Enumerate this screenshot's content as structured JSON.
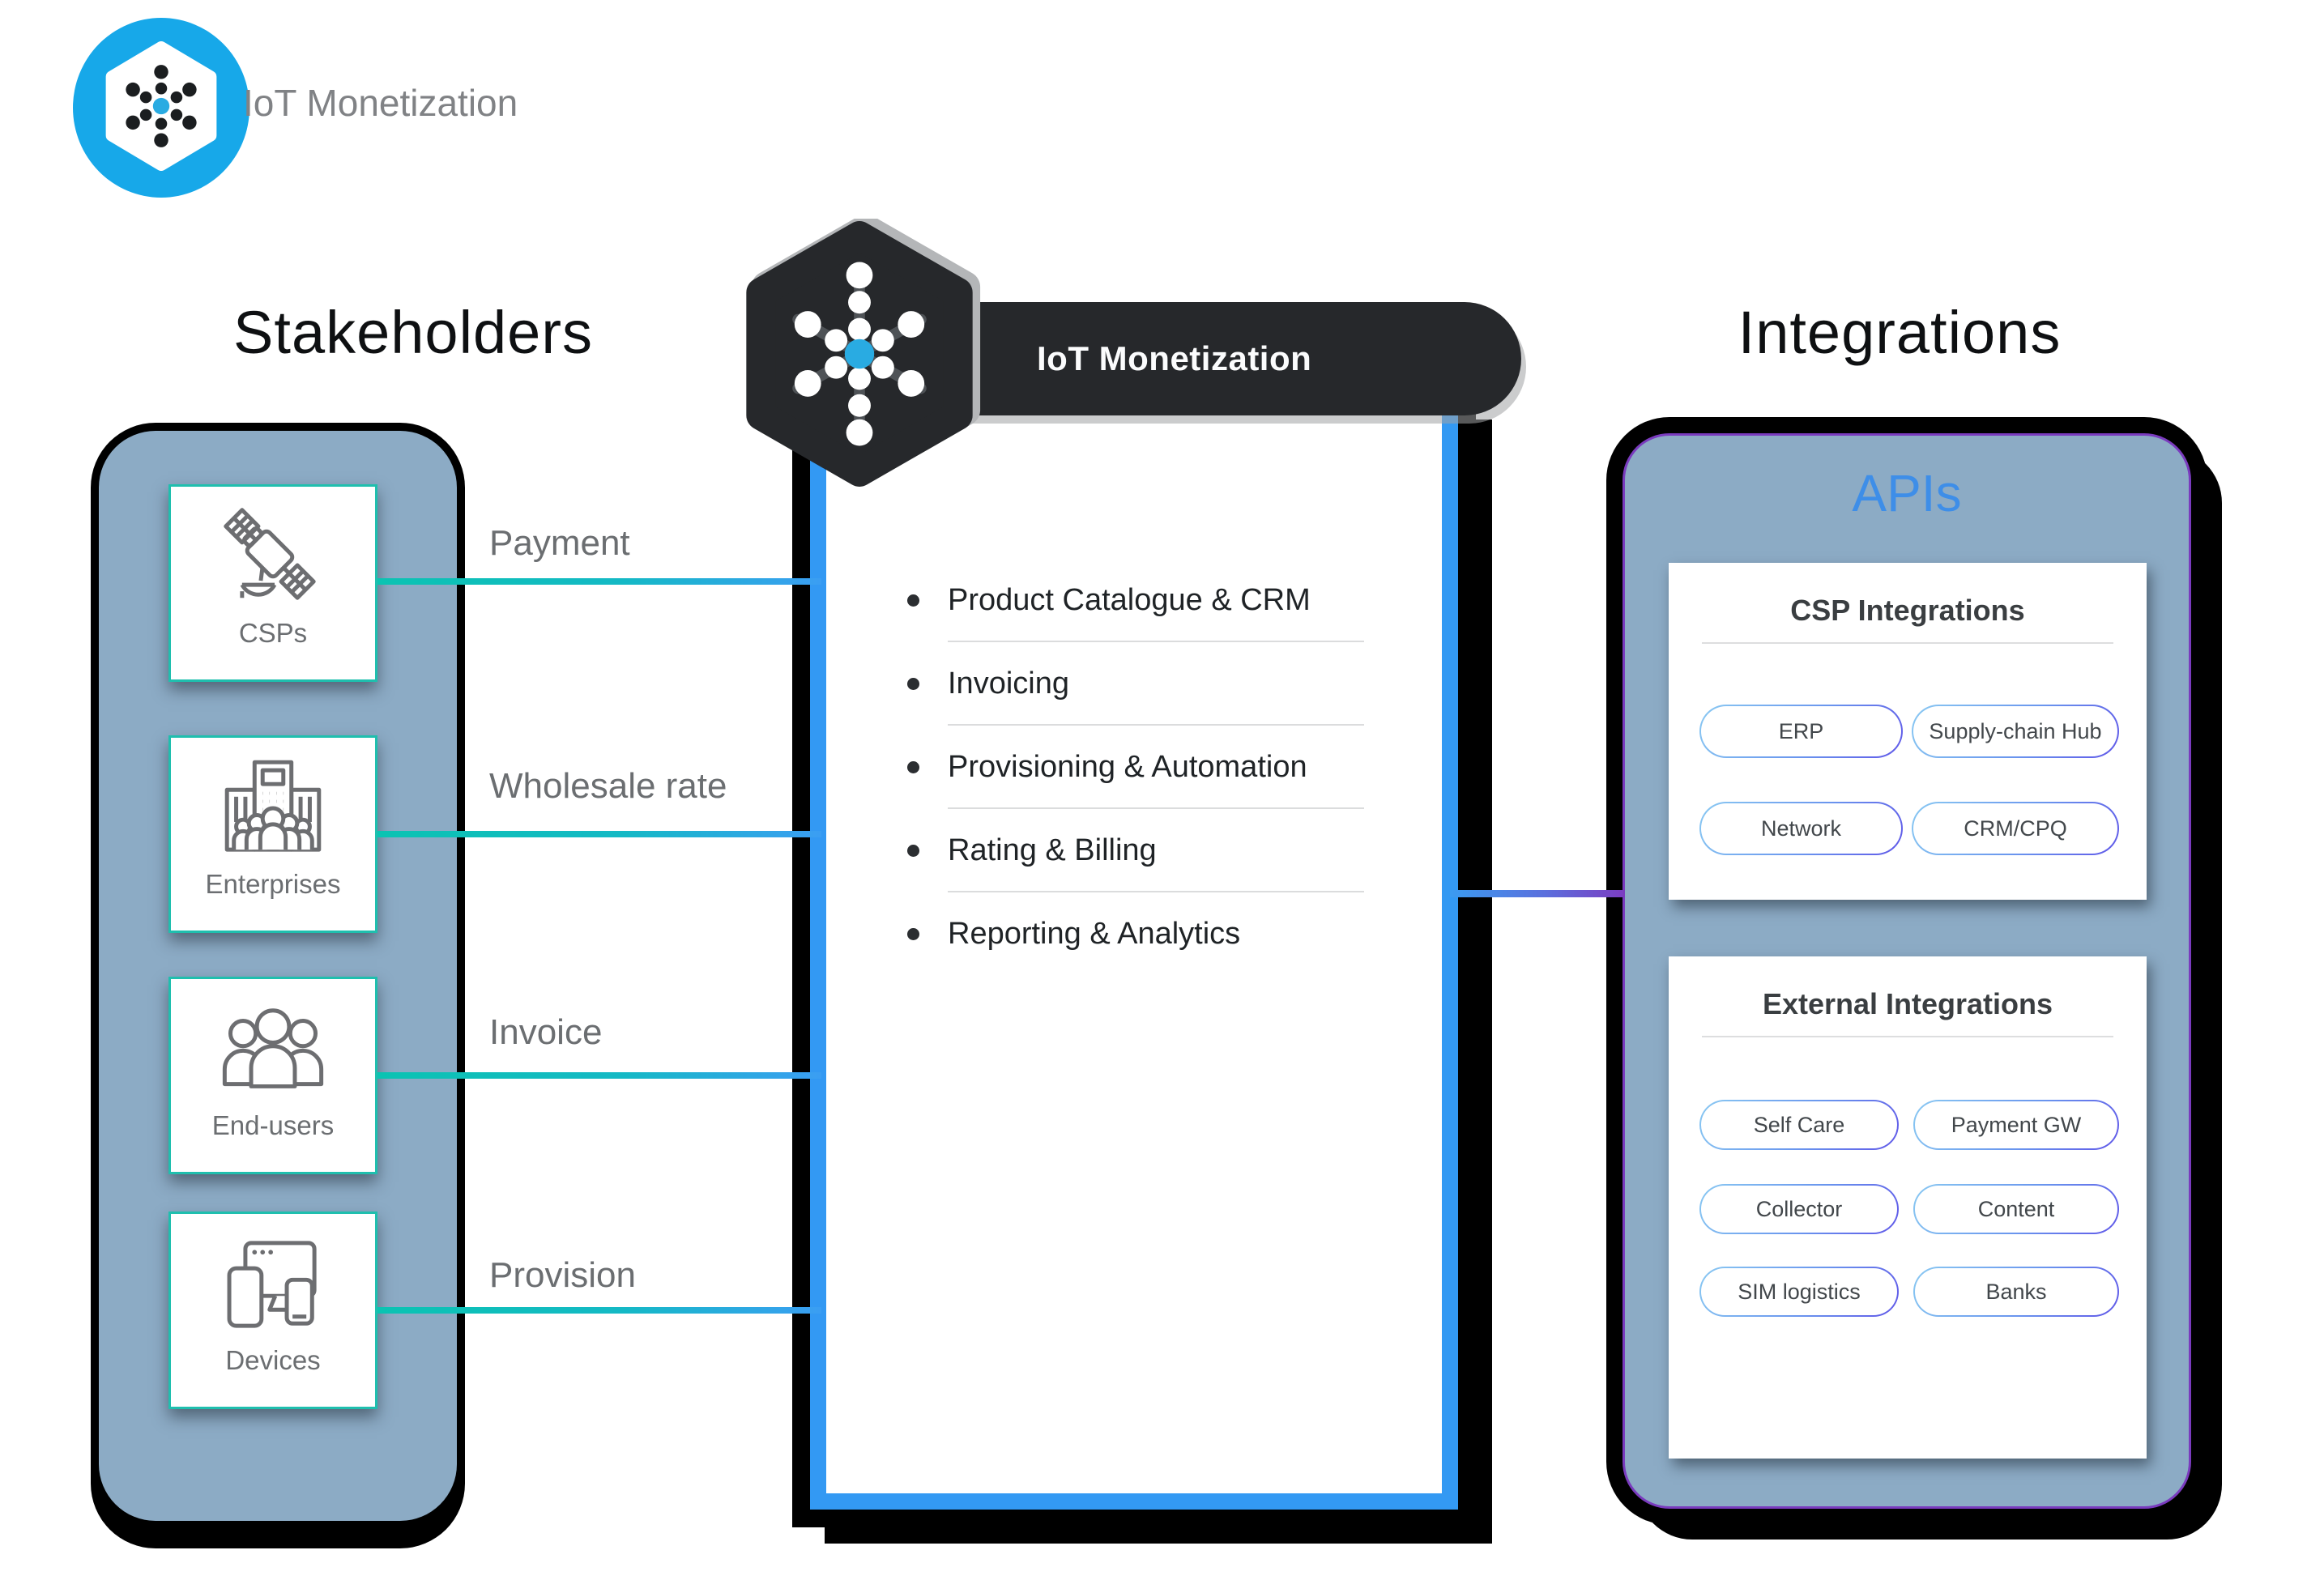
{
  "logo": {
    "title": "IoT Monetization",
    "icon": "dotted-asterisk-hexagon-icon"
  },
  "headings": {
    "left": "Stakeholders",
    "right": "Integrations"
  },
  "stakeholders": {
    "items": [
      {
        "label": "CSPs",
        "icon": "satellite-icon"
      },
      {
        "label": "Enterprises",
        "icon": "enterprise-building-icon"
      },
      {
        "label": "End-users",
        "icon": "users-group-icon"
      },
      {
        "label": "Devices",
        "icon": "devices-icon"
      }
    ]
  },
  "connections": [
    {
      "label": "Payment"
    },
    {
      "label": "Wholesale rate"
    },
    {
      "label": "Invoice"
    },
    {
      "label": "Provision"
    }
  ],
  "platform": {
    "title": "IoT Monetization",
    "icon": "dotted-asterisk-hexagon-icon",
    "features": [
      "Product Catalogue & CRM",
      "Invoicing",
      "Provisioning & Automation",
      "Rating & Billing",
      "Reporting & Analytics"
    ]
  },
  "integrations": {
    "title": "APIs",
    "csp": {
      "title": "CSP Integrations",
      "pills": [
        "ERP",
        "Supply-chain Hub",
        "Network",
        "CRM/CPQ"
      ]
    },
    "external": {
      "title": "External Integrations",
      "pills": [
        "Self Care",
        "Payment GW",
        "Collector",
        "Content",
        "SIM logistics",
        "Banks"
      ]
    }
  },
  "colors": {
    "logo_blue": "#17A8E9",
    "container_blue_gray": "#8CABC5",
    "teal_border": "#1FBFAE",
    "line_teal": "#0BC3B2",
    "line_blue": "#3B9EF3",
    "panel_border_blue": "#3399F3",
    "dark": "#26282B",
    "purple_border": "#7A3BBE",
    "apis_text_blue": "#3E8EE8",
    "pill_gradient_start": "#8AC9F2",
    "pill_gradient_end": "#6058E8",
    "gray_text": "#6B6E71"
  }
}
